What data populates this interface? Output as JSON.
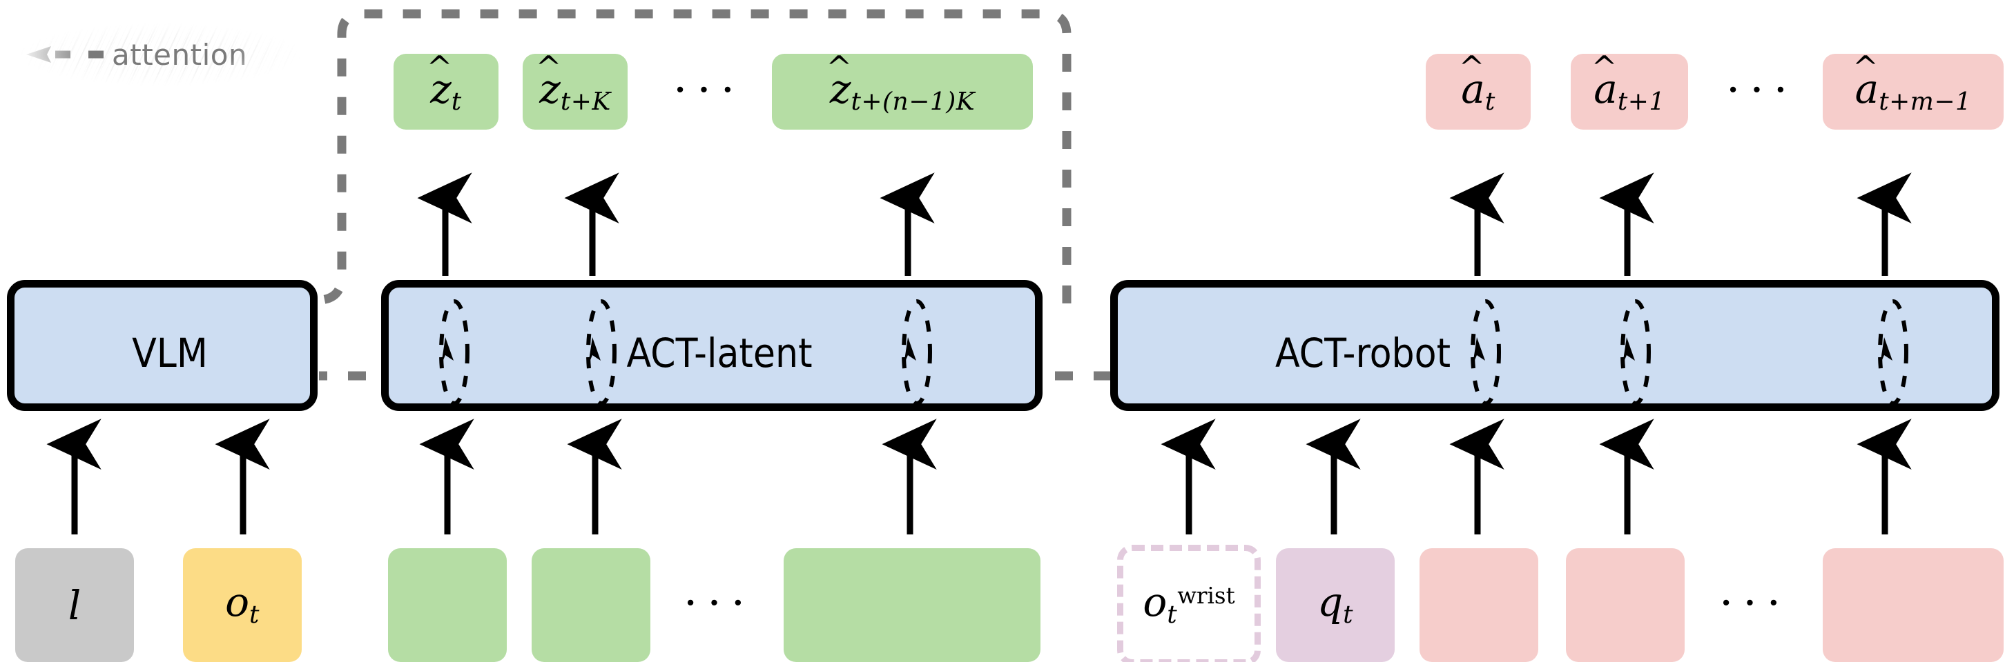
{
  "diagram": {
    "title": "VLM + ACT-latent + ACT-robot architecture",
    "legend": {
      "label": "attention",
      "arrow_icon": "dashed-left-arrow-icon",
      "color": "#7a7a7a"
    },
    "colors": {
      "latent_token": "#b5dda4",
      "action_token": "#f6cdcb",
      "language_token": "#c9c9c9",
      "observation_token": "#fcdc86",
      "state_token": "#e4cfe0",
      "optional_border": "#e2cbdd",
      "block_fill": "#cdddf2",
      "block_border": "#000000",
      "attention_arrow": "#7a7a7a"
    },
    "blocks": [
      {
        "name": "vlm",
        "label": "VLM"
      },
      {
        "name": "act-latent",
        "label": "ACT-latent"
      },
      {
        "name": "act-robot",
        "label": "ACT-robot"
      }
    ],
    "latent_outputs": {
      "tokens": [
        {
          "base": "z",
          "hat": "^",
          "sub": "t"
        },
        {
          "base": "z",
          "hat": "^",
          "sub": "t+K"
        },
        {
          "base": "z",
          "hat": "^",
          "sub": "t+(n−1)K"
        }
      ],
      "ellipsis": "···"
    },
    "action_outputs": {
      "tokens": [
        {
          "base": "a",
          "hat": "^",
          "sub": "t"
        },
        {
          "base": "a",
          "hat": "^",
          "sub": "t+1"
        },
        {
          "base": "a",
          "hat": "^",
          "sub": "t+m−1"
        }
      ],
      "ellipsis": "···"
    },
    "vlm_inputs": [
      {
        "name": "language-token",
        "base": "l",
        "sub": "",
        "sup": "",
        "style": "gray"
      },
      {
        "name": "observation-token",
        "base": "o",
        "sub": "t",
        "sup": "",
        "style": "yellow"
      }
    ],
    "latent_queries": {
      "ellipsis": "···",
      "count": 3,
      "style": "green-blank"
    },
    "robot_inputs": [
      {
        "name": "wrist-observation-token",
        "base": "o",
        "sub": "t",
        "sup": "wrist",
        "style": "dashed-purple"
      },
      {
        "name": "state-token",
        "base": "q",
        "sub": "t",
        "sup": "",
        "style": "purple"
      }
    ],
    "action_queries": {
      "ellipsis": "···",
      "count": 3,
      "style": "pink-blank"
    }
  }
}
